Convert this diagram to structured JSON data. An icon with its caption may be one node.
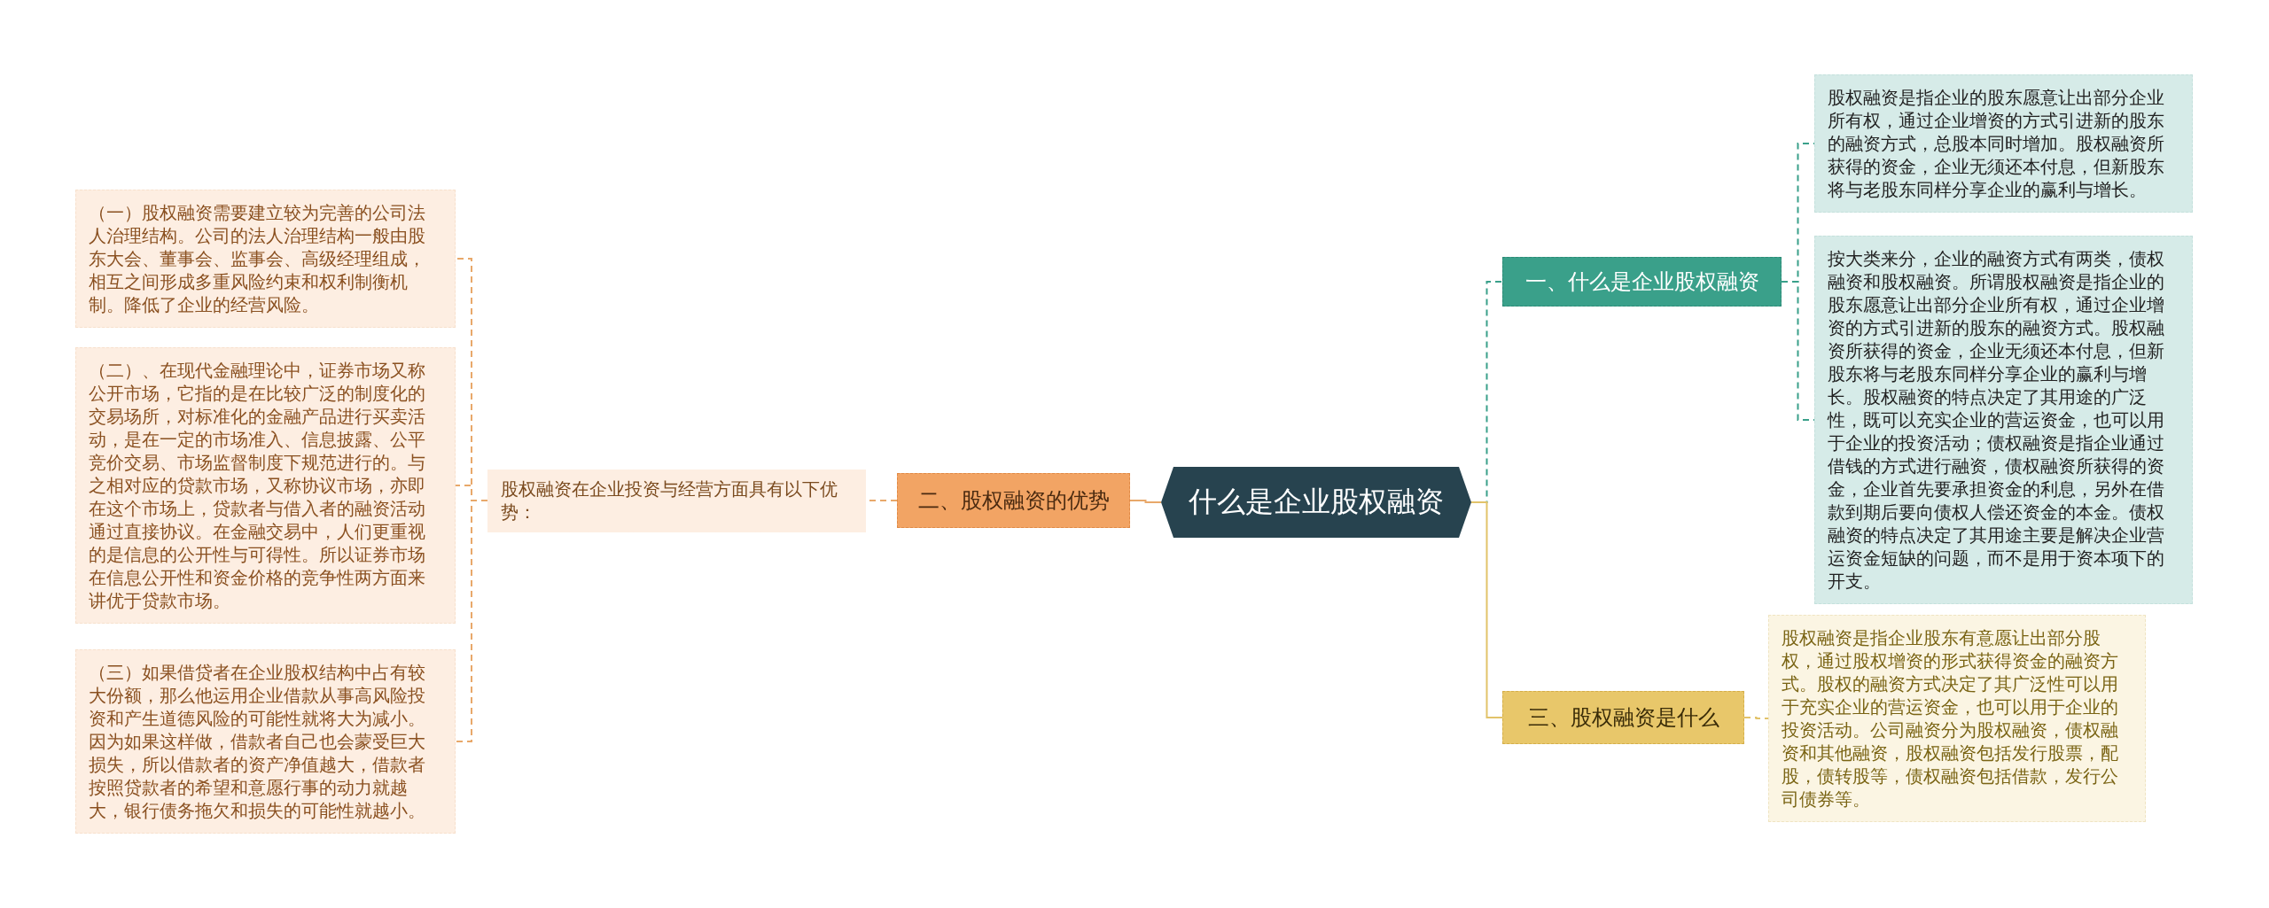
{
  "diagram": {
    "nodes": [
      {
        "text": [
          "什么是企业股权融资"
        ]
      },
      {
        "text": [
          "一、什么是企业股权融资"
        ]
      },
      {
        "text": [
          "股权融资是指企业的股东愿意让出部分企业所有权，通过企业增资的方式引进新的股东的融资方式，总股本同时增加。股权融资所获得的资金，企业无须还本付息，但新股东将与老股东同样分享企业的赢利与增长。"
        ]
      },
      {
        "text": [
          "按大类来分，企业的融资方式有两类，债权融资和股权融资。所谓股权融资是指企业的股东愿意让出部分企业所有权，通过企业增资的方式引进新的股东的融资方式。股权融资所获得的资金，企业无须还本付息，但新股东将与老股东同样分享企业的赢利与增长。股权融资的特点决定了其用途的广泛性，既可以充实企业的营运资金，也可以用于企业的投资活动；债权融资是指企业通过借钱的方式进行融资，债权融资所获得的资金，企业首先要承担资金的利息，另外在借款到期后要向债权人偿还资金的本金。债权融资的特点决定了其用途主要是解决企业营运资金短缺的问题，而不是用于资本项下的开支。"
        ]
      },
      {
        "text": [
          "二、股权融资的优势"
        ]
      },
      {
        "text": [
          "股权融资在企业投资与经营方面具有以下优势："
        ]
      },
      {
        "text": [
          "（一）股权融资需要建立较为完善的公司法人治理结构。公司的法人治理结构一般由股东大会、董事会、监事会、高级经理组成，相互之间形成多重风险约束和权利制衡机制。降低了企业的经营风险。"
        ]
      },
      {
        "text": [
          "（二）、在现代金融理论中，证券市场又称公开市场，它指的是在比较广泛的制度化的交易场所，对标准化的金融产品进行买卖活动，是在一定的市场准入、信息披露、公平竞价交易、市场监督制度下规范进行的。与之相对应的贷款市场，又称协议市场，亦即在这个市场上，贷款者与借入者的融资活动通过直接协议。在金融交易中，人们更重视的是信息的公开性与可得性。所以证券市场在信息公开性和资金价格的竞争性两方面来讲优于贷款市场。"
        ]
      },
      {
        "text": [
          "（三）如果借贷者在企业股权结构中占有较大份额，那么他运用企业借款从事高风险投资和产生道德风险的可能性就将大为减小。因为如果这样做，借款者自己也会蒙受巨大损失，所以借款者的资产净值越大，借款者按照贷款者的希望和意愿行事的动力就越大，银行债务拖欠和损失的可能性就越小。"
        ]
      },
      {
        "text": [
          "三、股权融资是什么"
        ]
      },
      {
        "text": [
          "股权融资是指企业股东有意愿让出部分股权，通过股权增资的形式获得资金的融资方式。股权的融资方式决定了其广泛性可以用于充实企业的营运资金，也可以用于企业的投资活动。公司融资分为股权融资，债权融资和其他融资，股权融资包括发行股票，配股，债转股等，债权融资包括借款，发行公司债券等。"
        ]
      }
    ],
    "edges": [
      {
        "from": 0,
        "to": 1,
        "arrow": "none",
        "style": "dashed",
        "color": "#3aa08a"
      },
      {
        "from": 1,
        "to": 2,
        "arrow": "none",
        "style": "dashed",
        "color": "#3aa08a"
      },
      {
        "from": 1,
        "to": 3,
        "arrow": "none",
        "style": "dashed",
        "color": "#3aa08a"
      },
      {
        "from": 0,
        "to": 4,
        "arrow": "none",
        "color": "#e8a86a"
      },
      {
        "from": 4,
        "to": 5,
        "arrow": "none",
        "style": "dashed",
        "color": "#e8a86a"
      },
      {
        "from": 5,
        "to": 6,
        "arrow": "none",
        "style": "dashed",
        "color": "#e8a86a"
      },
      {
        "from": 5,
        "to": 7,
        "arrow": "none",
        "style": "dashed",
        "color": "#e8a86a"
      },
      {
        "from": 5,
        "to": 8,
        "arrow": "none",
        "style": "dashed",
        "color": "#e8a86a"
      },
      {
        "from": 0,
        "to": 9,
        "arrow": "none",
        "color": "#e2c36a"
      },
      {
        "from": 9,
        "to": 10,
        "arrow": "none",
        "style": "dashed",
        "color": "#e2c36a"
      }
    ]
  }
}
